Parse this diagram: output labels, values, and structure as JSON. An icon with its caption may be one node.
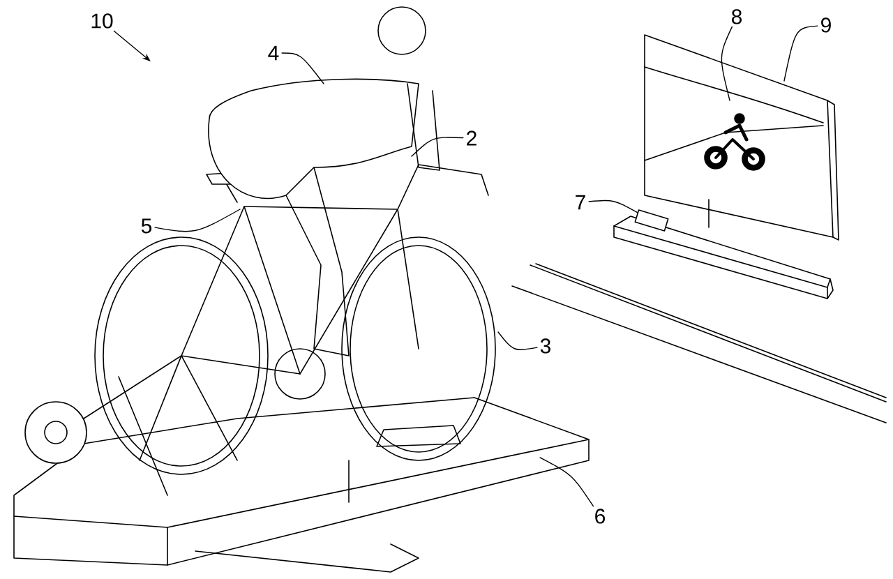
{
  "diagram": {
    "nodes": [
      {
        "text": [
          "10"
        ]
      },
      {
        "text": [
          "4"
        ]
      },
      {
        "text": [
          "8"
        ]
      },
      {
        "text": [
          "9"
        ]
      },
      {
        "text": [
          "2"
        ]
      },
      {
        "text": [
          "7"
        ]
      },
      {
        "text": [
          "5"
        ]
      },
      {
        "text": [
          "3"
        ]
      },
      {
        "text": [
          "6"
        ]
      },
      {
        "text": [],
        "shape": "box"
      }
    ],
    "edges": [
      {
        "from": 0,
        "to": null,
        "arrow": "to"
      },
      {
        "from": 1,
        "to": null,
        "arrow": "none"
      },
      {
        "from": 2,
        "to": null,
        "arrow": "none"
      },
      {
        "from": 3,
        "to": null,
        "arrow": "none"
      },
      {
        "from": 4,
        "to": null,
        "arrow": "none"
      },
      {
        "from": 5,
        "to": 9,
        "arrow": "none"
      },
      {
        "from": 6,
        "to": null,
        "arrow": "none"
      },
      {
        "from": 7,
        "to": null,
        "arrow": "none"
      },
      {
        "from": 8,
        "to": null,
        "arrow": "none"
      }
    ]
  }
}
